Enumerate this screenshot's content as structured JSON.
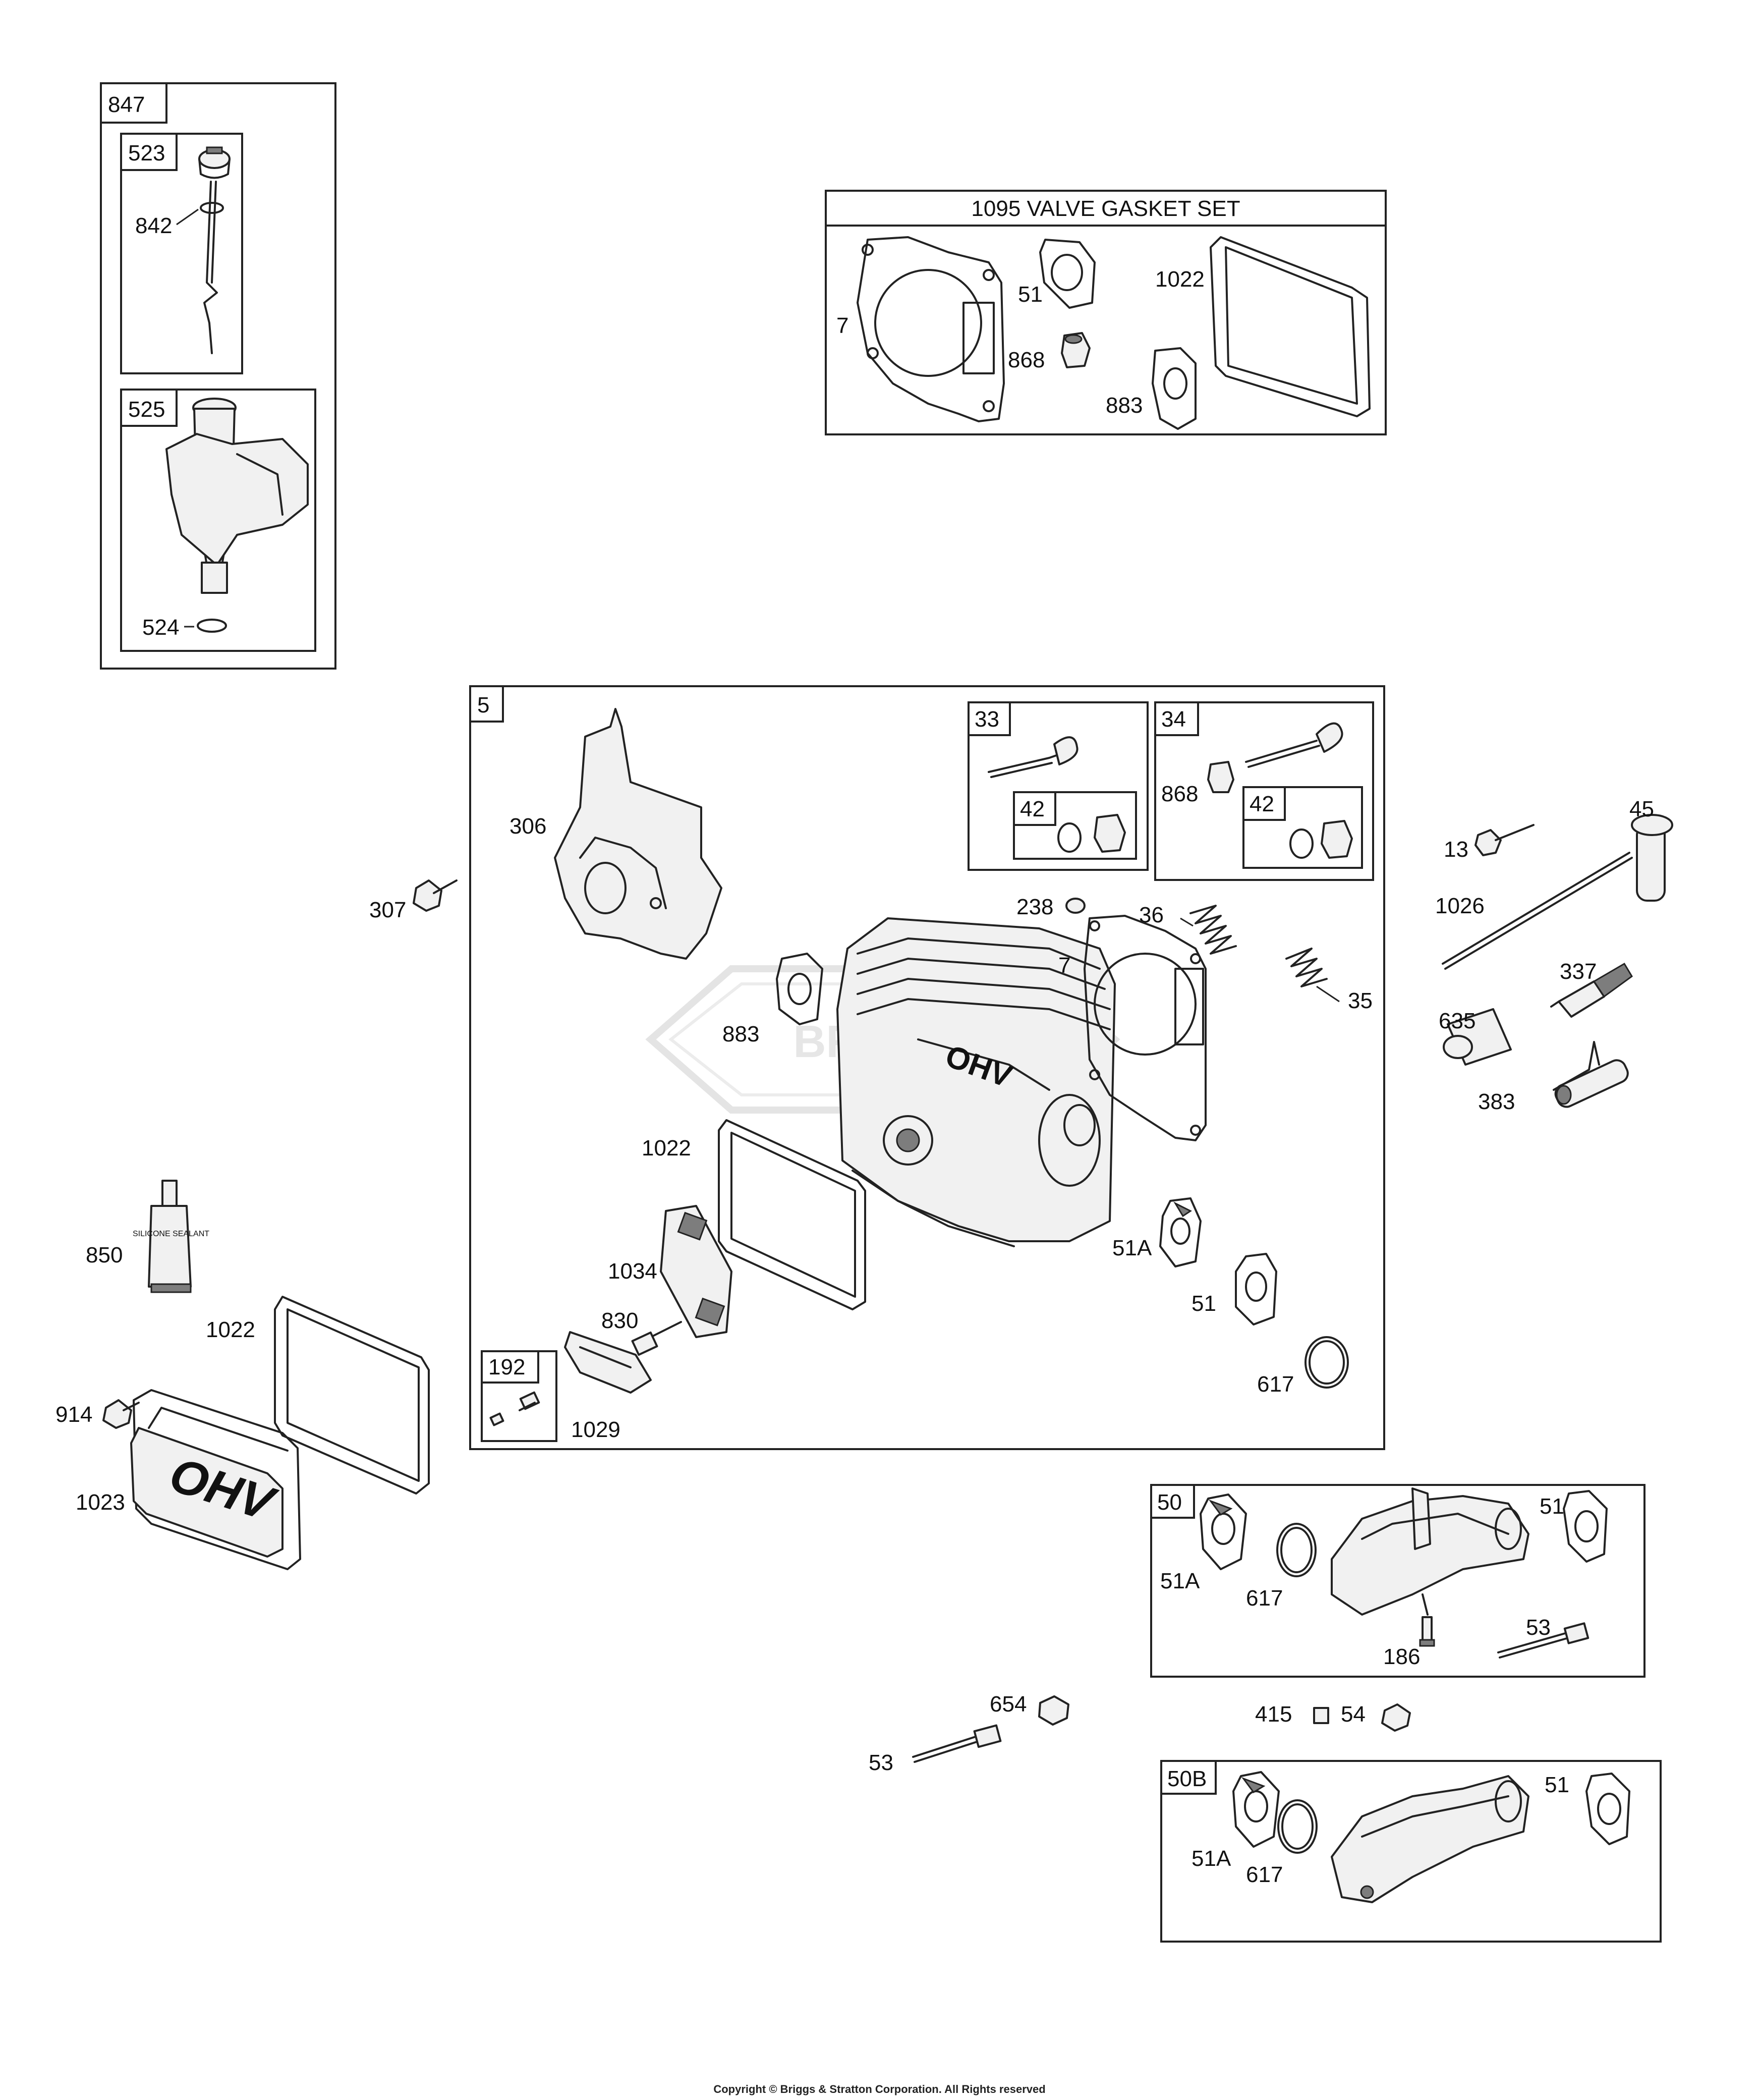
{
  "kits": {
    "k847": "847",
    "k523": "523",
    "k525": "525",
    "k1095": "1095 VALVE GASKET SET",
    "k5": "5",
    "k33": "33",
    "k34": "34",
    "k42a": "42",
    "k42b": "42",
    "k192": "192",
    "k50": "50",
    "k50b": "50B"
  },
  "labels": {
    "p842": "842",
    "p524": "524",
    "g7": "7",
    "g51": "51",
    "g868": "868",
    "g883": "883",
    "g1022": "1022",
    "p306": "306",
    "p307": "307",
    "p238": "238",
    "p36": "36",
    "p35": "35",
    "p7": "7",
    "p883": "883",
    "p1022": "1022",
    "p1034": "1034",
    "p830": "830",
    "p1029": "1029",
    "p51a": "51A",
    "p51": "51",
    "p617": "617",
    "p868": "868",
    "p13": "13",
    "p45": "45",
    "p1026": "1026",
    "p337": "337",
    "p635": "635",
    "p383": "383",
    "p850": "850",
    "p1022b": "1022",
    "p914": "914",
    "p1023": "1023",
    "i51a": "51A",
    "i617": "617",
    "i51": "51",
    "i186": "186",
    "i53": "53",
    "p654": "654",
    "p53": "53",
    "p415": "415",
    "p54": "54",
    "b51a": "51A",
    "b617": "617",
    "b51": "51"
  },
  "markings": {
    "sealant_tube": "SILICONE SEALANT",
    "cover_logo": "OHV",
    "head_logo": "OHV",
    "watermark": "BRIGGS"
  },
  "copyright": "Copyright © Briggs & Stratton Corporation. All Rights reserved"
}
